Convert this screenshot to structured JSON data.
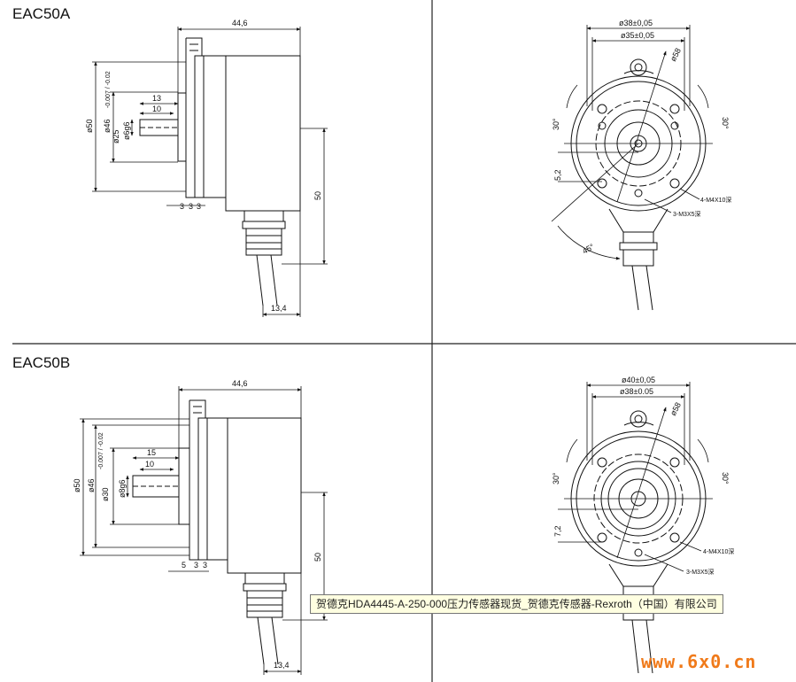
{
  "panels": {
    "a": {
      "title": "EAC50A",
      "side": {
        "width": "44,6",
        "od1": "ø50",
        "od2": "ø46",
        "shaft_od": "ø6g6",
        "spigot": "ø25",
        "tol": "-0.007 / -0.02",
        "len1": "13",
        "len2": "10",
        "steps": [
          "3",
          "3",
          "3"
        ],
        "height": "50",
        "cable": "13,4"
      },
      "front": {
        "d1": "ø38±0,05",
        "d2": "ø35±0,05",
        "d3": "ø58",
        "ang": "30°",
        "ang2": "45°",
        "off": "5,2",
        "hole1": "4-M4X10深",
        "hole2": "3-M3X5深"
      }
    },
    "b": {
      "title": "EAC50B",
      "side": {
        "width": "44,6",
        "od1": "ø50",
        "od2": "ø46",
        "shaft_od": "ø8g6",
        "spigot": "ø30",
        "tol": "-0.007 / -0.02",
        "len1": "15",
        "len2": "10",
        "steps": [
          "5",
          "3",
          "3"
        ],
        "height": "50",
        "cable": "13,4"
      },
      "front": {
        "d1": "ø40±0,05",
        "d2": "ø38±0.05",
        "d3": "ø58",
        "ang": "30°",
        "off": "7,2",
        "hole1": "4-M4X10深",
        "hole2": "3-M3X5深"
      }
    }
  },
  "tooltip": "贺德克HDA4445-A-250-000压力传感器现货_贺德克传感器-Rexroth（中国）有限公司",
  "watermark": "www.6x0.cn"
}
